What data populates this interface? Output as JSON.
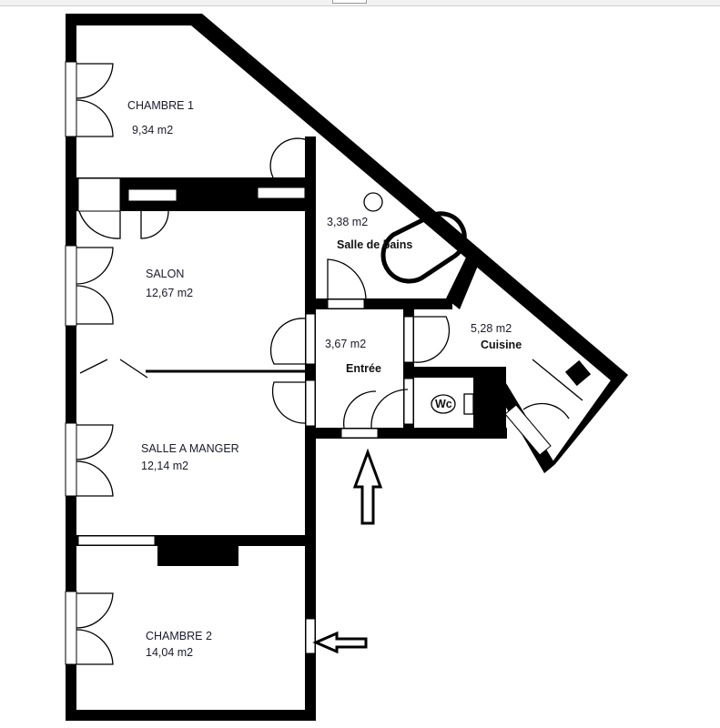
{
  "rooms": [
    {
      "name": "CHAMBRE 1",
      "area": "9,34 m2"
    },
    {
      "name": "SALON",
      "area": "12,67 m2"
    },
    {
      "name": "Salle de bains",
      "area": "3,38 m2"
    },
    {
      "name": "Entrée",
      "area": "3,67 m2"
    },
    {
      "name": "Cuisine",
      "area": "5,28 m2"
    },
    {
      "name": "Wc"
    },
    {
      "name": "SALLE A MANGER",
      "area": "12,14 m2"
    },
    {
      "name": "CHAMBRE 2",
      "area": "14,04 m2"
    }
  ],
  "colors": {
    "wall": "#000000",
    "background": "#ffffff",
    "label": "#1a1a2e"
  },
  "icons": [
    "arrow-up-entrance",
    "arrow-left-entrance",
    "door-swing",
    "window",
    "bathtub",
    "toilet",
    "sink"
  ]
}
